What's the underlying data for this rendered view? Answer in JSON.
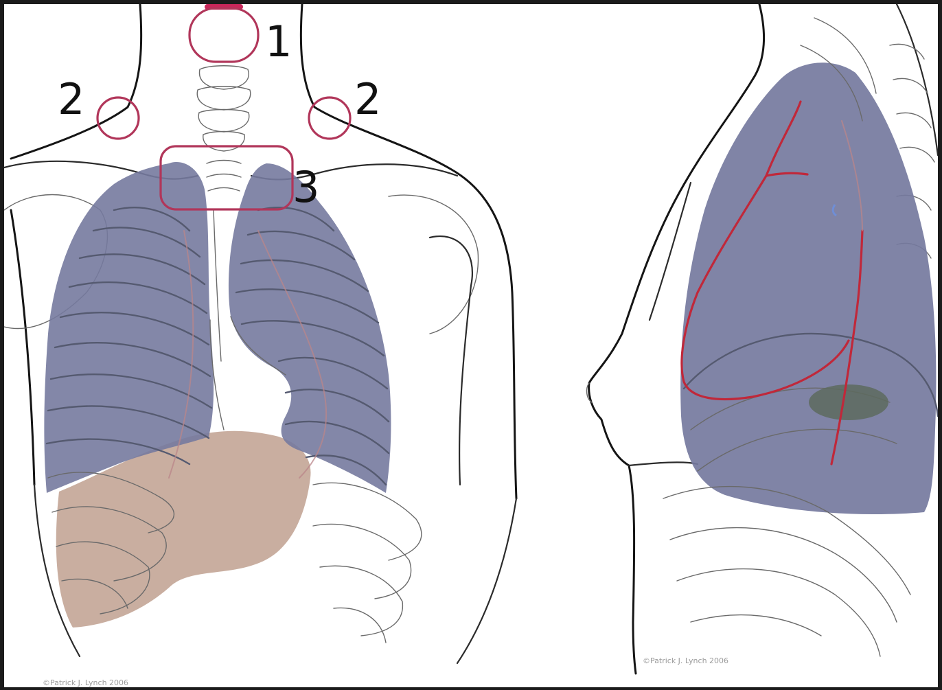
{
  "callouts": {
    "one": "1",
    "two_left": "2",
    "two_right": "2",
    "three": "3"
  },
  "signatures": {
    "frontal": "©Patrick J. Lynch 2006",
    "lateral": "©Patrick J. Lynch 2006"
  },
  "colors": {
    "lung": "#757a9e",
    "liver": "#bfa08f",
    "marker": "#b1365a",
    "vessel": "#c0283a",
    "mass": "#5d6a5e",
    "background": "#ffffff",
    "frame": "#1b1b1b"
  }
}
